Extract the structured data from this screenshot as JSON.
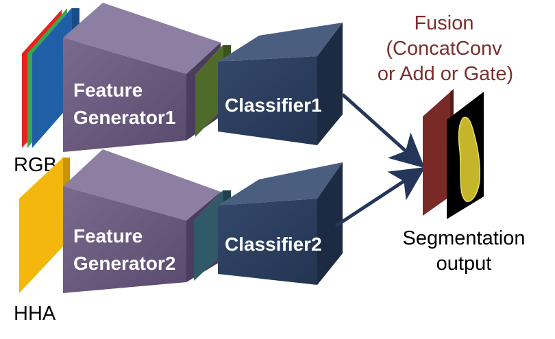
{
  "inputs": {
    "rgb_label": "RGB",
    "hha_label": "HHA"
  },
  "branches": {
    "top": {
      "generator_line1": "Feature",
      "generator_line2": "Generator1",
      "classifier": "Classifier1"
    },
    "bottom": {
      "generator_line1": "Feature",
      "generator_line2": "Generator2",
      "classifier": "Classifier2"
    }
  },
  "fusion": {
    "line1": "Fusion",
    "line2": "(ConcatConv",
    "line3": "or Add or Gate)"
  },
  "output": {
    "line1": "Segmentation",
    "line2": "output"
  },
  "colors": {
    "generator": "#6b5a7e",
    "classifier": "#2c3e5c",
    "rgb_red": "#e8231f",
    "rgb_green": "#3aa64a",
    "rgb_blue": "#1f5fa8",
    "hha": "#f3b70e",
    "feature_top": "#4f6b2a",
    "feature_bottom": "#2f5a66",
    "arrow": "#24365a",
    "fusion_text": "#7b2f2c",
    "segmentation_map": "#7a2a26"
  }
}
